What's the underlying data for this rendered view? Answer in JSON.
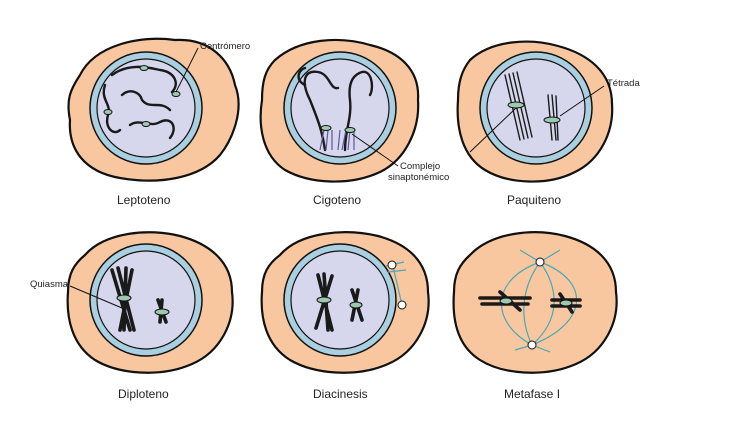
{
  "stages": [
    {
      "name": "Leptoteno"
    },
    {
      "name": "Cigoteno"
    },
    {
      "name": "Paquiteno"
    },
    {
      "name": "Diploteno"
    },
    {
      "name": "Diacinesis"
    },
    {
      "name": "Metafase I"
    }
  ],
  "annotations": {
    "centromere": "Centrómero",
    "complex_line1": "Complejo",
    "complex_line2": "sinaptonémico",
    "tetrad": "Tétrada",
    "chiasma": "Quiasma"
  },
  "colors": {
    "cytoplasm": "#f8c7a0",
    "nucleus": "#d6d6ec",
    "nuclear_ring": "#a9cfe0",
    "spindle": "#4aa8b8",
    "chromosome": "#1a1a1a",
    "centromere_marker": "#9cc9b0",
    "outline": "#111111"
  }
}
